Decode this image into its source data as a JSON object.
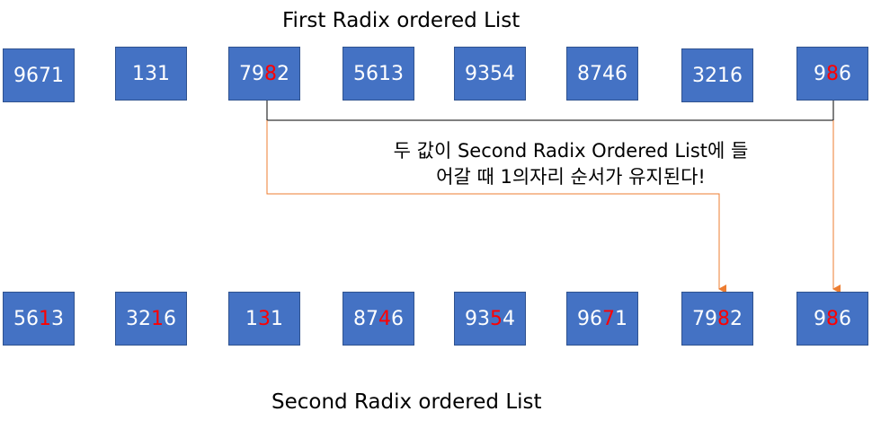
{
  "first_list": {
    "title": "First Radix ordered List",
    "items": [
      {
        "pre": "9671",
        "hl": "",
        "post": ""
      },
      {
        "pre": "131",
        "hl": "",
        "post": ""
      },
      {
        "pre": "79",
        "hl": "8",
        "post": "2"
      },
      {
        "pre": "5613",
        "hl": "",
        "post": ""
      },
      {
        "pre": "9354",
        "hl": "",
        "post": ""
      },
      {
        "pre": "8746",
        "hl": "",
        "post": ""
      },
      {
        "pre": "3216",
        "hl": "",
        "post": ""
      },
      {
        "pre": "9",
        "hl": "8",
        "post": "6"
      }
    ]
  },
  "second_list": {
    "title": "Second Radix ordered List",
    "items": [
      {
        "pre": "56",
        "hl": "1",
        "post": "3"
      },
      {
        "pre": "32",
        "hl": "1",
        "post": "6"
      },
      {
        "pre": "1",
        "hl": "3",
        "post": "1"
      },
      {
        "pre": "87",
        "hl": "4",
        "post": "6"
      },
      {
        "pre": "93",
        "hl": "5",
        "post": "4"
      },
      {
        "pre": "96",
        "hl": "7",
        "post": "1"
      },
      {
        "pre": "79",
        "hl": "8",
        "post": "2"
      },
      {
        "pre": "9",
        "hl": "8",
        "post": "6"
      }
    ]
  },
  "note": {
    "line1": "두 값이 Second Radix Ordered List에 들",
    "line2": "어갈 때 1의자리 순서가 유지된다!"
  },
  "colors": {
    "box_fill": "#4472c4",
    "box_text": "#ffffff",
    "highlight_digit": "#ff0000",
    "bracket_line": "#000000",
    "arrow_line": "#ed7d31"
  }
}
